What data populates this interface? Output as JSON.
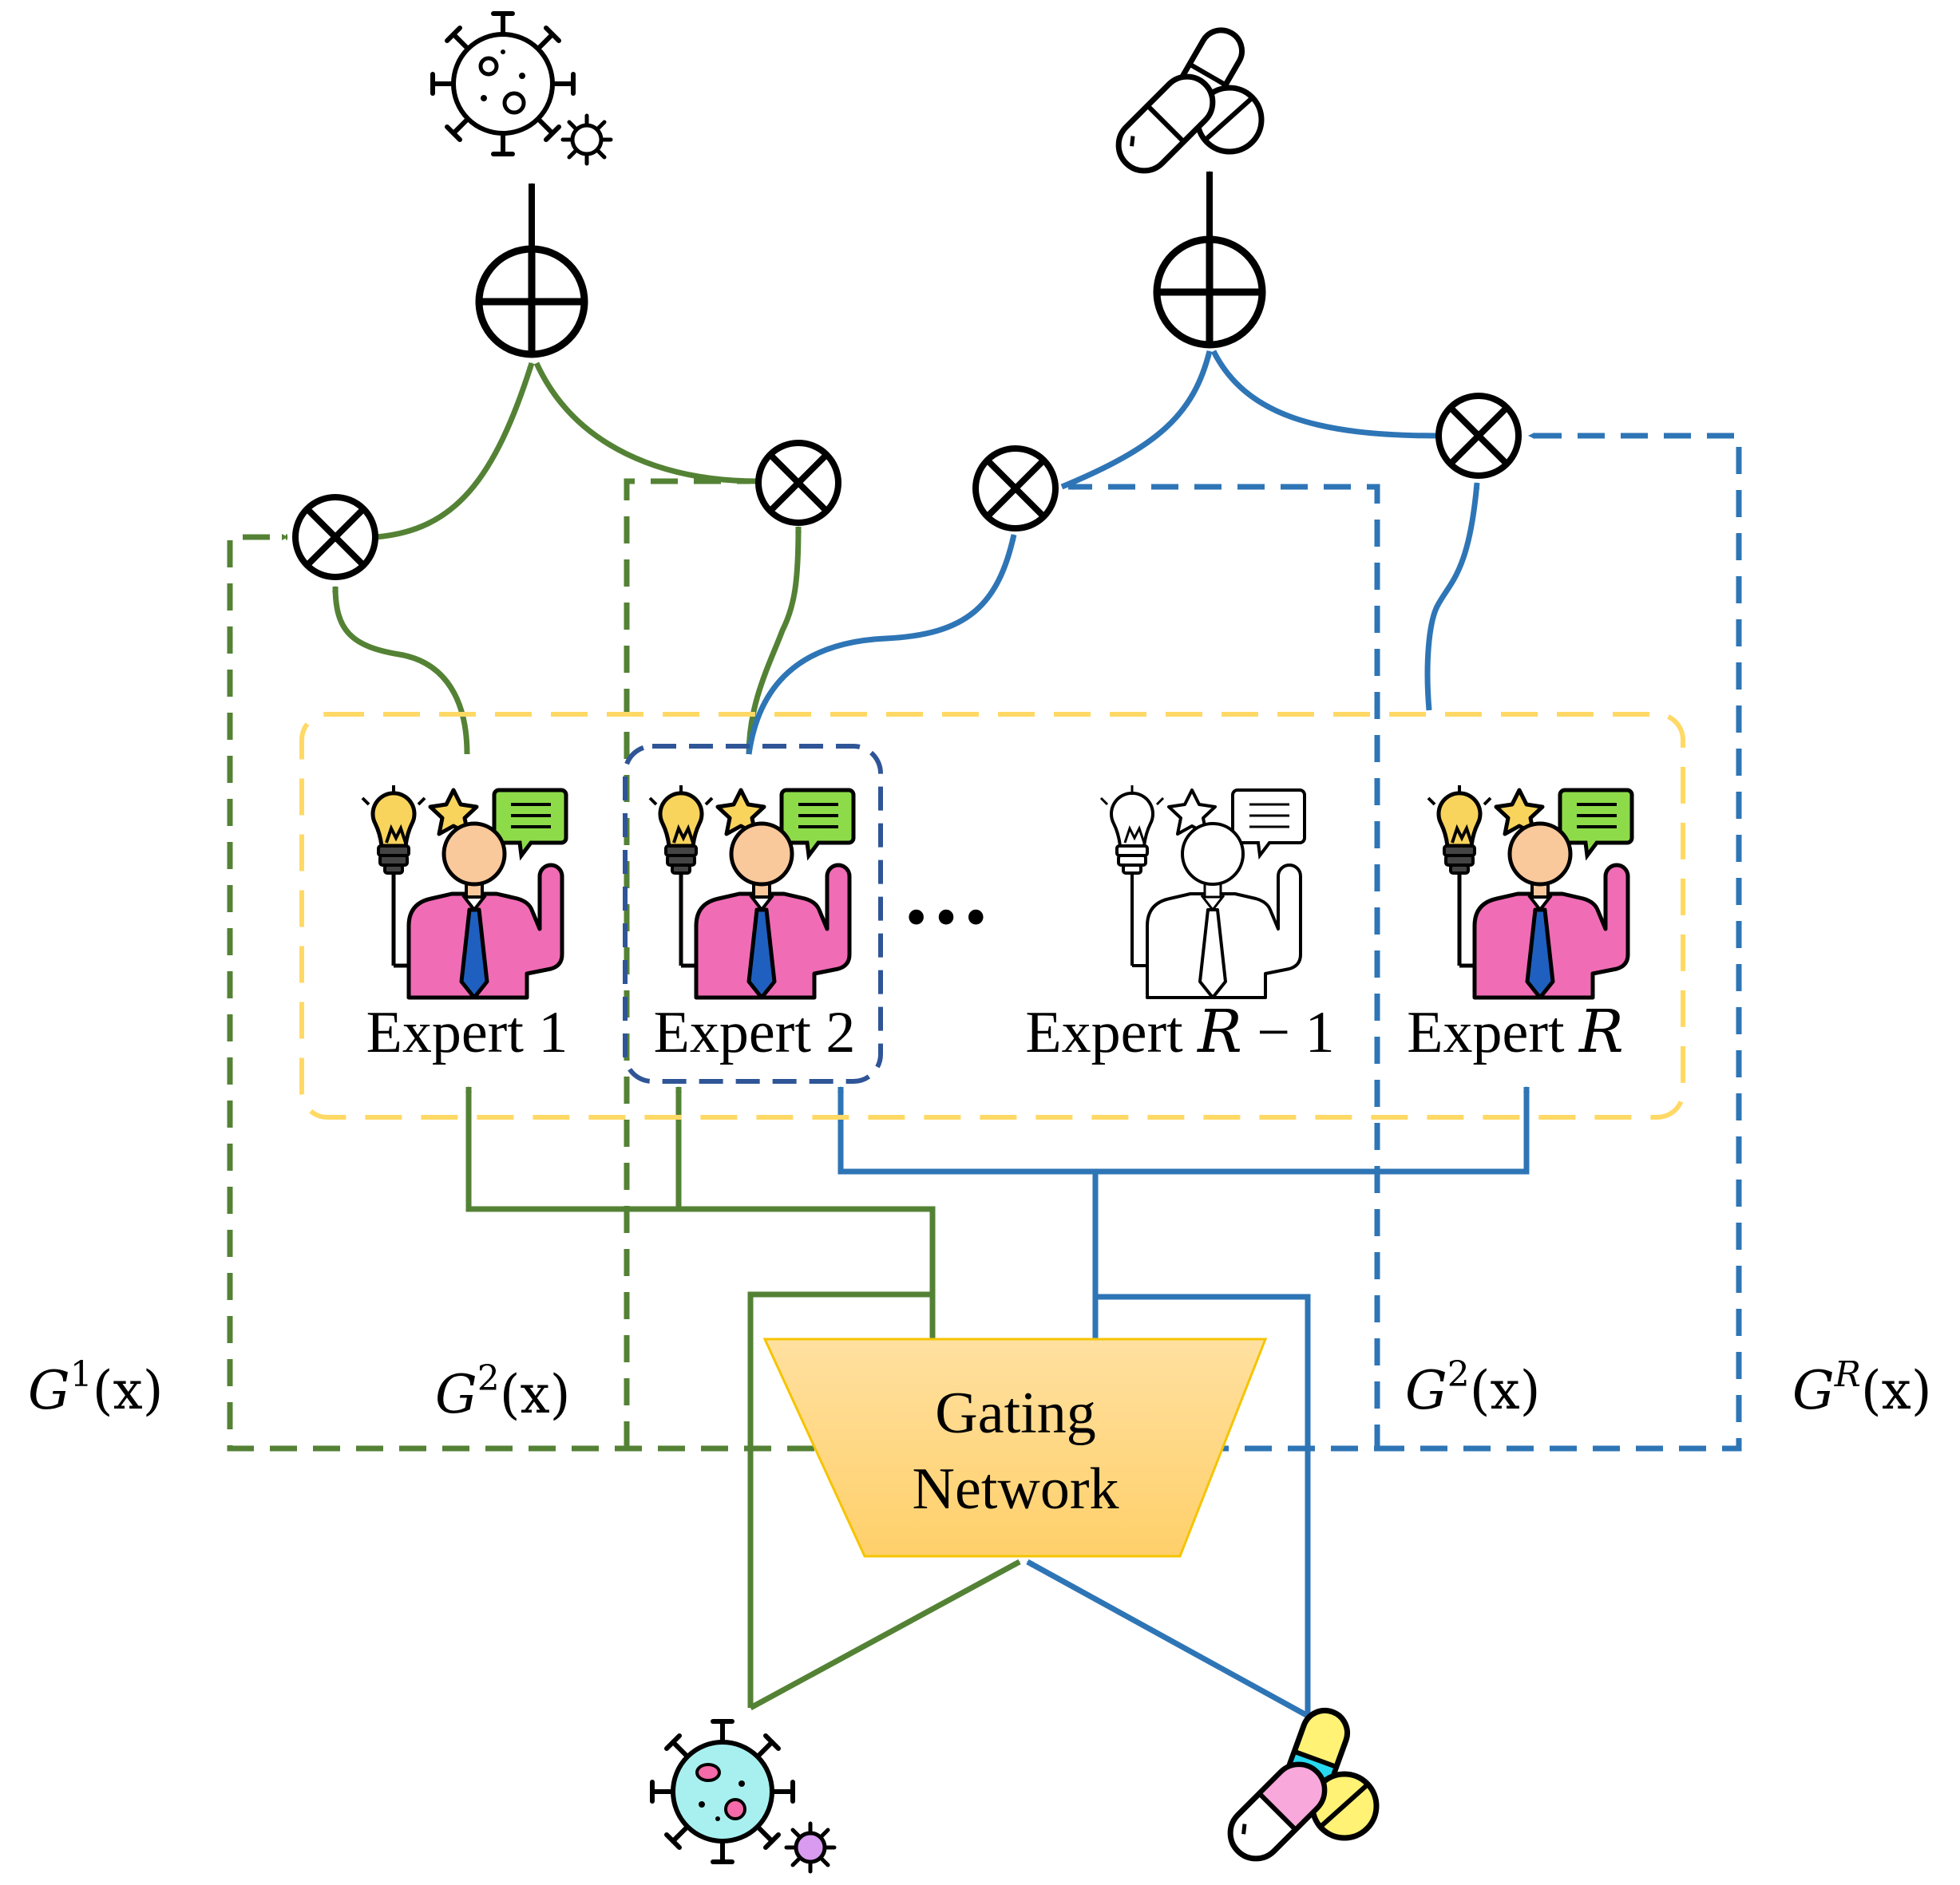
{
  "colors": {
    "green": "#548235",
    "blue": "#2E75B6",
    "black": "#000000",
    "experts_box": "#FFD966",
    "highlight_box": "#2F5597",
    "gating_fill": "#FFD98A",
    "gating_stroke": "#F5C400",
    "skin": "#F9C89B",
    "shirt": "#F06CB5",
    "tie": "#1F5FBF",
    "bulb": "#F8D45C",
    "bubble": "#8EDB4A",
    "virus_fill": "#A8F0F0",
    "virus_spot": "#F56AA8",
    "small_virus": "#D89BF0",
    "pill_cyan": "#27D8F0",
    "pill_yellow": "#FFF275",
    "pill_pink": "#F8A8DA"
  },
  "experts": [
    {
      "prefix": "Expert ",
      "suffix": "1",
      "suffix_italic": false,
      "colored": true
    },
    {
      "prefix": "Expert ",
      "suffix": "2",
      "suffix_italic": false,
      "colored": true
    },
    {
      "prefix": "Expert ",
      "suffix": "R",
      "suffix_italic": true,
      "tail": " − 1",
      "colored": false
    },
    {
      "prefix": "Expert ",
      "suffix": "R",
      "suffix_italic": true,
      "colored": true
    }
  ],
  "ellipsis": "•••",
  "gating": {
    "line1": "Gating",
    "line2": "Network"
  },
  "gate_labels": [
    {
      "base": "G",
      "sup": "1",
      "arg": "(x)"
    },
    {
      "base": "G",
      "sup": "2",
      "arg": "(x)"
    },
    {
      "base": "G",
      "sup": "2",
      "arg": "(x)"
    },
    {
      "base": "G",
      "sup": "R",
      "arg": "(x)"
    }
  ],
  "icons": {
    "input_virus": "virus-icon",
    "input_drugs": "pills-icon",
    "output_virus": "virus-outline-icon",
    "output_drugs": "pills-outline-icon",
    "expert": "expert-presenter-icon",
    "sum": "circle-plus-icon",
    "multiply": "circle-times-icon"
  }
}
